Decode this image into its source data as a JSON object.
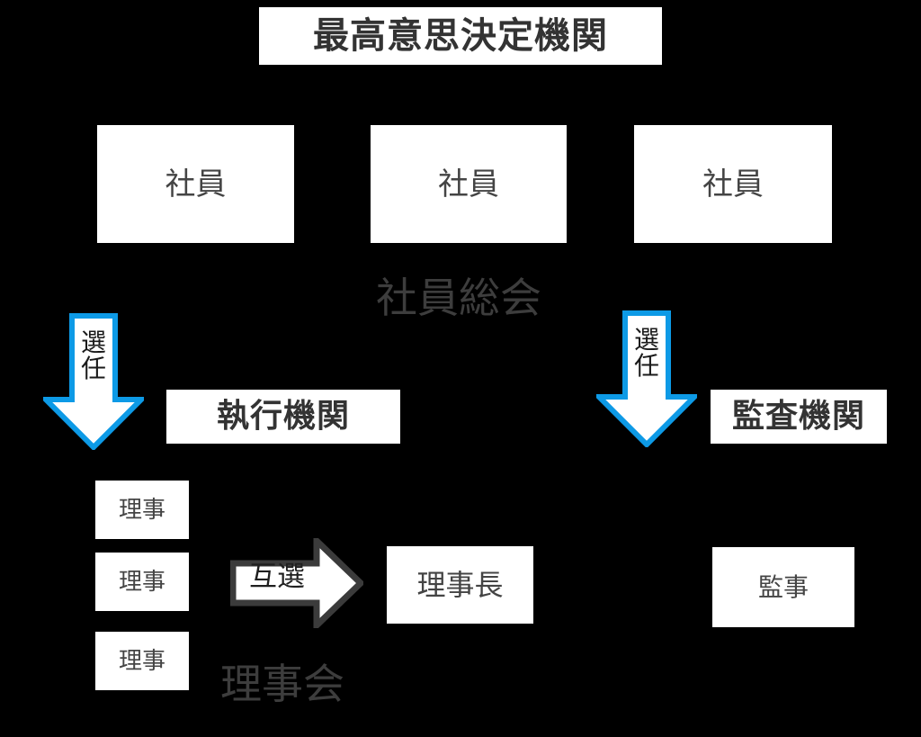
{
  "diagram": {
    "title": "最高意思決定機関",
    "background_color": "#000000",
    "box_color": "#ffffff",
    "text_color": "#3a3a3a",
    "accent_blue": "#0d9ae6",
    "accent_gray": "#3b3b3b"
  },
  "general_assembly": {
    "caption": "社員総会",
    "members": [
      {
        "label": "社員"
      },
      {
        "label": "社員"
      },
      {
        "label": "社員"
      }
    ]
  },
  "arrows": {
    "appoint_left": {
      "label_lines": [
        "選",
        "任"
      ],
      "direction": "down",
      "color": "#0d9ae6"
    },
    "appoint_right": {
      "label_lines": [
        "選",
        "任"
      ],
      "direction": "down",
      "color": "#0d9ae6"
    },
    "mutual_election": {
      "label": "互選",
      "direction": "right",
      "color": "#3b3b3b"
    }
  },
  "executive": {
    "header": "執行機関",
    "caption": "理事会",
    "directors": [
      {
        "label": "理事"
      },
      {
        "label": "理事"
      },
      {
        "label": "理事"
      }
    ],
    "chairman": "理事長"
  },
  "audit": {
    "header": "監査機関",
    "auditor": "監事"
  }
}
